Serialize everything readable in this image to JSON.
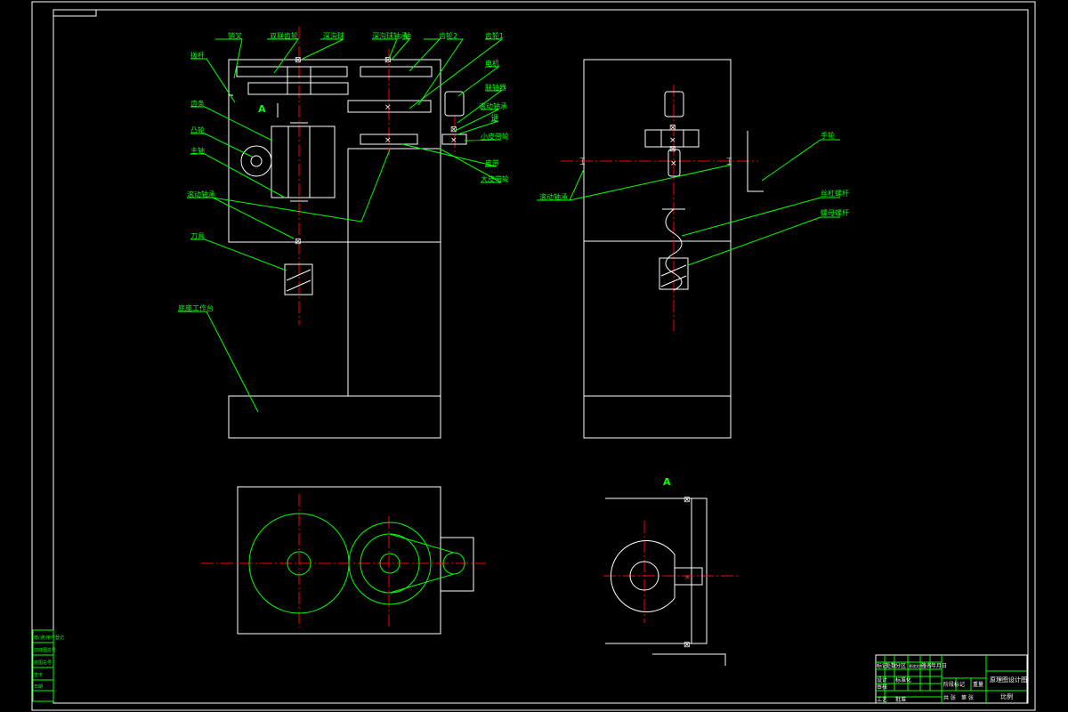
{
  "front_view": {
    "labels": {
      "pin": "销叉",
      "rotary_gear": "双联齿轮",
      "deep_groove_bearing": "深沟球",
      "deep_groove_bearing_2": "深沟球轴承",
      "shaft": "轴",
      "gear2": "齿轮2",
      "gear1": "齿轮1",
      "handle": "拨杆",
      "motor": "电机",
      "coupling": "联轴器",
      "rolling_bearing": "滚动轴承",
      "key": "键",
      "small_pulley": "小皮带轮",
      "belt": "皮带",
      "large_pulley": "大皮带轮",
      "gear_rack": "齿条",
      "cam": "凸轮",
      "spindle": "主轴",
      "rolling_bearing_2": "滚动轴承",
      "tool": "刀具",
      "base": "底座工作台",
      "section_marker": "A"
    }
  },
  "side_view": {
    "labels": {
      "handwheel": "手轮",
      "thrust_bearing": "滚动轴承",
      "lead_screw": "丝杠螺杆",
      "nut_screw": "螺母螺杆"
    }
  },
  "detail_view": {
    "labels": {
      "section_title": "A"
    }
  },
  "revision_table": {
    "rows": [
      [
        "标记",
        "处数",
        "分区",
        "更改文件号",
        "签名",
        "年月日"
      ],
      [
        "设计",
        "",
        "标准化",
        "",
        "阶段标记",
        "重量"
      ],
      [
        "审核",
        "",
        "",
        "",
        "",
        ""
      ],
      [
        "工艺",
        "",
        "批准",
        "",
        "共 张",
        "第 张"
      ]
    ]
  },
  "title_block": {
    "drawing_name": "原理图设计图",
    "scale": "比例"
  },
  "side_stamp": {
    "cells": [
      "借(通)用件登记",
      "旧底图总号",
      "底图总号",
      "签字",
      "日期"
    ]
  }
}
